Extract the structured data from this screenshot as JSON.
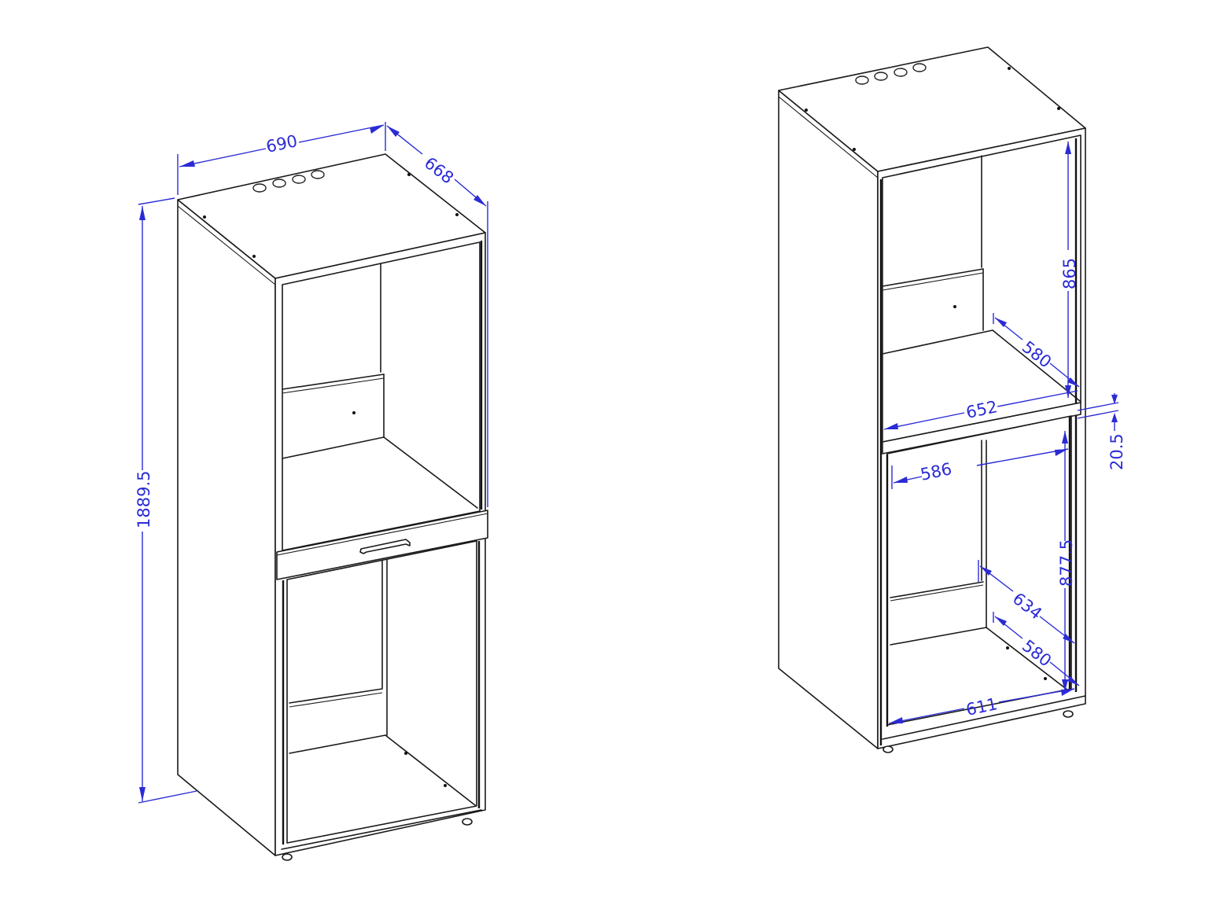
{
  "drawing": {
    "type": "dimensioned technical drawing",
    "units": "mm",
    "accent_color": "#2b2bd6",
    "line_color": "#1a1a1a"
  },
  "left_view": {
    "name": "Tall appliance cabinet with drawer front (front view)",
    "dimensions": {
      "width": "690",
      "depth": "668",
      "height": "1889.5"
    }
  },
  "right_view": {
    "name": "Tall appliance cabinet carcass (open view)",
    "dimensions": {
      "upper_niche_height": "865",
      "upper_niche_depth": "580",
      "upper_niche_width": "652",
      "rail_thickness": "20.5",
      "drawer_rail_width": "586",
      "lower_niche_height": "877.5",
      "lower_niche_depth_total": "634",
      "lower_niche_depth": "580",
      "lower_niche_width": "611"
    }
  }
}
